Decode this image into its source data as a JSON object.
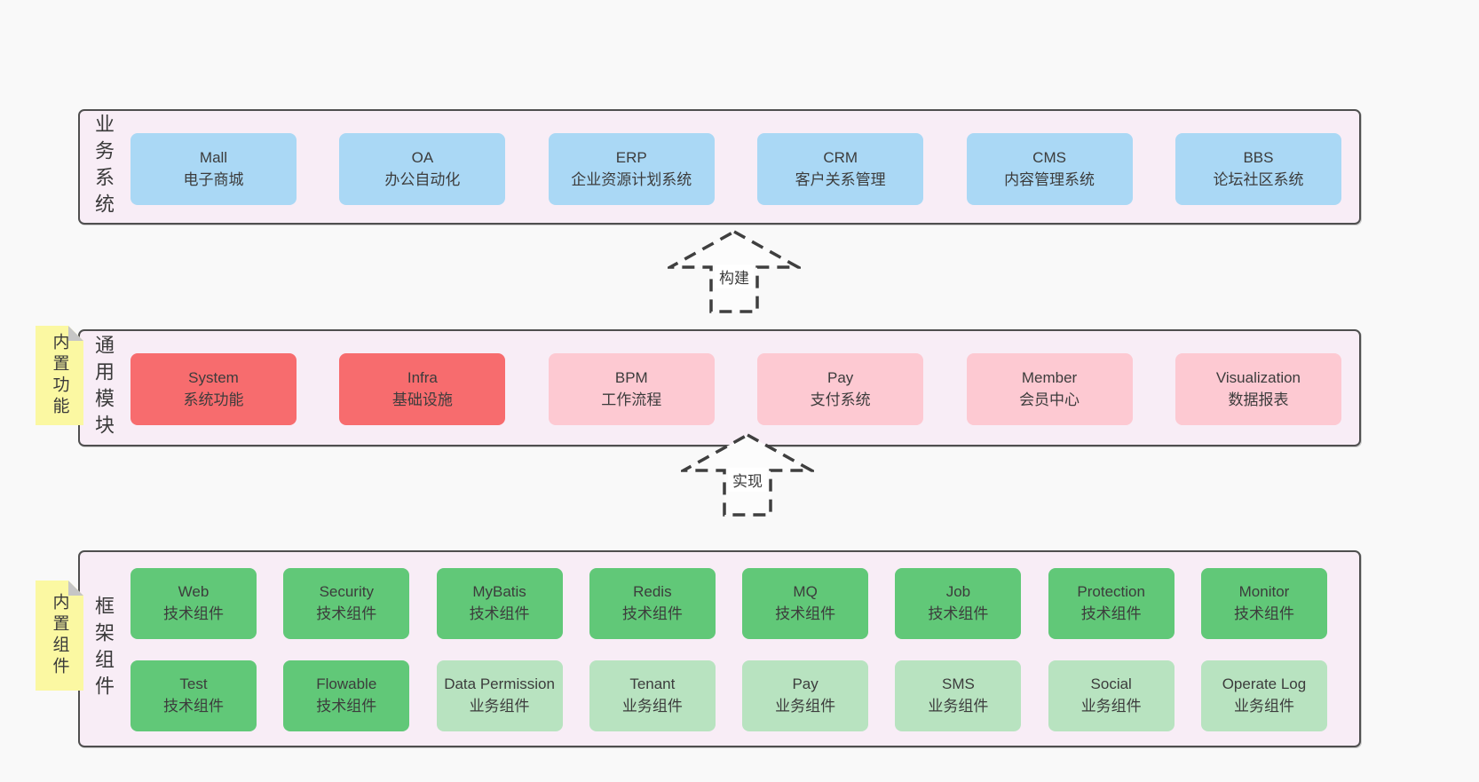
{
  "colors": {
    "page-bg": "#f9f9f9",
    "layer-bg": "#f8edf6",
    "layer-border": "#4f4f4f",
    "box-blue": "#aad8f5",
    "box-red": "#f76c6e",
    "box-pink": "#fdc9d2",
    "box-green": "#61c878",
    "box-lightgreen": "#b8e3c0",
    "note-yellow": "#fbf8a2",
    "note-fold": "#c6c6c6",
    "text": "#3a3a3a"
  },
  "arrows": [
    {
      "label": "构建"
    },
    {
      "label": "实现"
    }
  ],
  "notes": [
    {
      "text": "内置功能"
    },
    {
      "text": "内置组件"
    }
  ],
  "layers": {
    "business": {
      "side_label": "业务系统",
      "boxes": [
        {
          "name": "Mall",
          "desc": "电子商城",
          "variant": "blue"
        },
        {
          "name": "OA",
          "desc": "办公自动化",
          "variant": "blue"
        },
        {
          "name": "ERP",
          "desc": "企业资源计划系统",
          "variant": "blue"
        },
        {
          "name": "CRM",
          "desc": "客户关系管理",
          "variant": "blue"
        },
        {
          "name": "CMS",
          "desc": "内容管理系统",
          "variant": "blue"
        },
        {
          "name": "BBS",
          "desc": "论坛社区系统",
          "variant": "blue"
        }
      ]
    },
    "modules": {
      "side_label": "通用模块",
      "boxes": [
        {
          "name": "System",
          "desc": "系统功能",
          "variant": "red"
        },
        {
          "name": "Infra",
          "desc": "基础设施",
          "variant": "red"
        },
        {
          "name": "BPM",
          "desc": "工作流程",
          "variant": "pink"
        },
        {
          "name": "Pay",
          "desc": "支付系统",
          "variant": "pink"
        },
        {
          "name": "Member",
          "desc": "会员中心",
          "variant": "pink"
        },
        {
          "name": "Visualization",
          "desc": "数据报表",
          "variant": "pink"
        }
      ]
    },
    "components": {
      "side_label": "框架组件",
      "rows": [
        [
          {
            "name": "Web",
            "desc": "技术组件",
            "variant": "green"
          },
          {
            "name": "Security",
            "desc": "技术组件",
            "variant": "green"
          },
          {
            "name": "MyBatis",
            "desc": "技术组件",
            "variant": "green"
          },
          {
            "name": "Redis",
            "desc": "技术组件",
            "variant": "green"
          },
          {
            "name": "MQ",
            "desc": "技术组件",
            "variant": "green"
          },
          {
            "name": "Job",
            "desc": "技术组件",
            "variant": "green"
          },
          {
            "name": "Protection",
            "desc": "技术组件",
            "variant": "green"
          },
          {
            "name": "Monitor",
            "desc": "技术组件",
            "variant": "green"
          }
        ],
        [
          {
            "name": "Test",
            "desc": "技术组件",
            "variant": "green"
          },
          {
            "name": "Flowable",
            "desc": "技术组件",
            "variant": "green"
          },
          {
            "name": "Data Permission",
            "desc": "业务组件",
            "variant": "lightgreen"
          },
          {
            "name": "Tenant",
            "desc": "业务组件",
            "variant": "lightgreen"
          },
          {
            "name": "Pay",
            "desc": "业务组件",
            "variant": "lightgreen"
          },
          {
            "name": "SMS",
            "desc": "业务组件",
            "variant": "lightgreen"
          },
          {
            "name": "Social",
            "desc": "业务组件",
            "variant": "lightgreen"
          },
          {
            "name": "Operate Log",
            "desc": "业务组件",
            "variant": "lightgreen"
          }
        ]
      ]
    }
  }
}
